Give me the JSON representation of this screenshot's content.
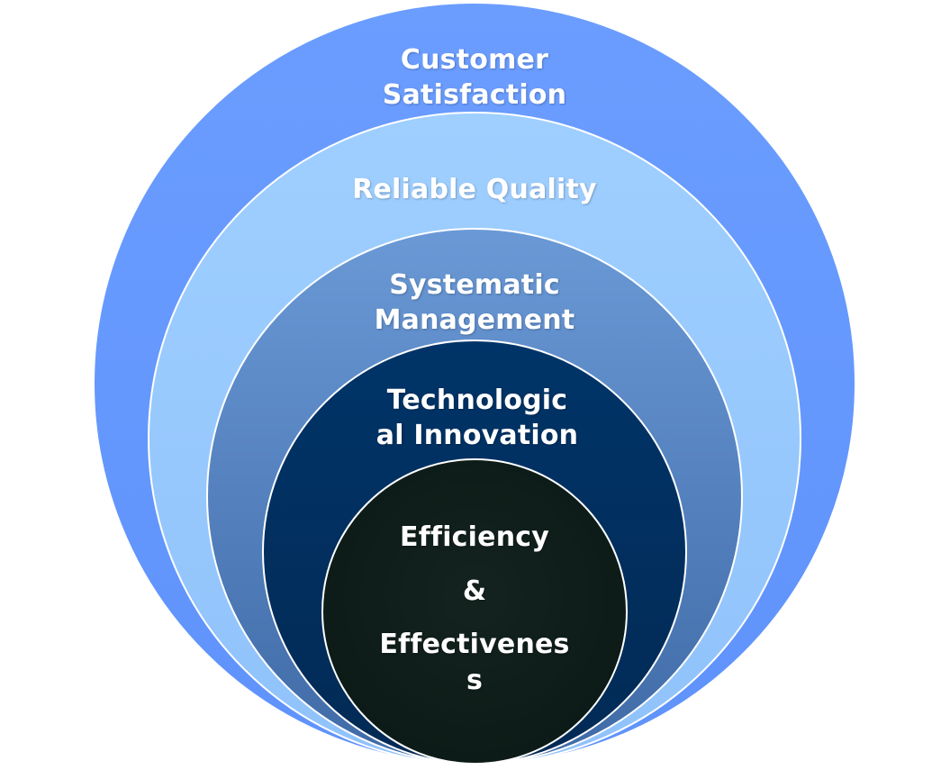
{
  "diagram": {
    "type": "nested-circles",
    "layers": [
      {
        "id": "customer",
        "lines": [
          "Customer",
          "Satisfaction"
        ],
        "color": "#6699ff"
      },
      {
        "id": "quality",
        "lines": [
          "Reliable Quality"
        ],
        "color": "#99ccff"
      },
      {
        "id": "systematic",
        "lines": [
          "Systematic",
          "Management"
        ],
        "color": "#5b87c8"
      },
      {
        "id": "tech",
        "lines": [
          "Technologic",
          "al Innovation"
        ],
        "color": "#003366"
      },
      {
        "id": "core",
        "lines": [
          "Efficiency",
          "&",
          "Effectivenes",
          "s"
        ],
        "color": "#0f1f1c"
      }
    ]
  }
}
